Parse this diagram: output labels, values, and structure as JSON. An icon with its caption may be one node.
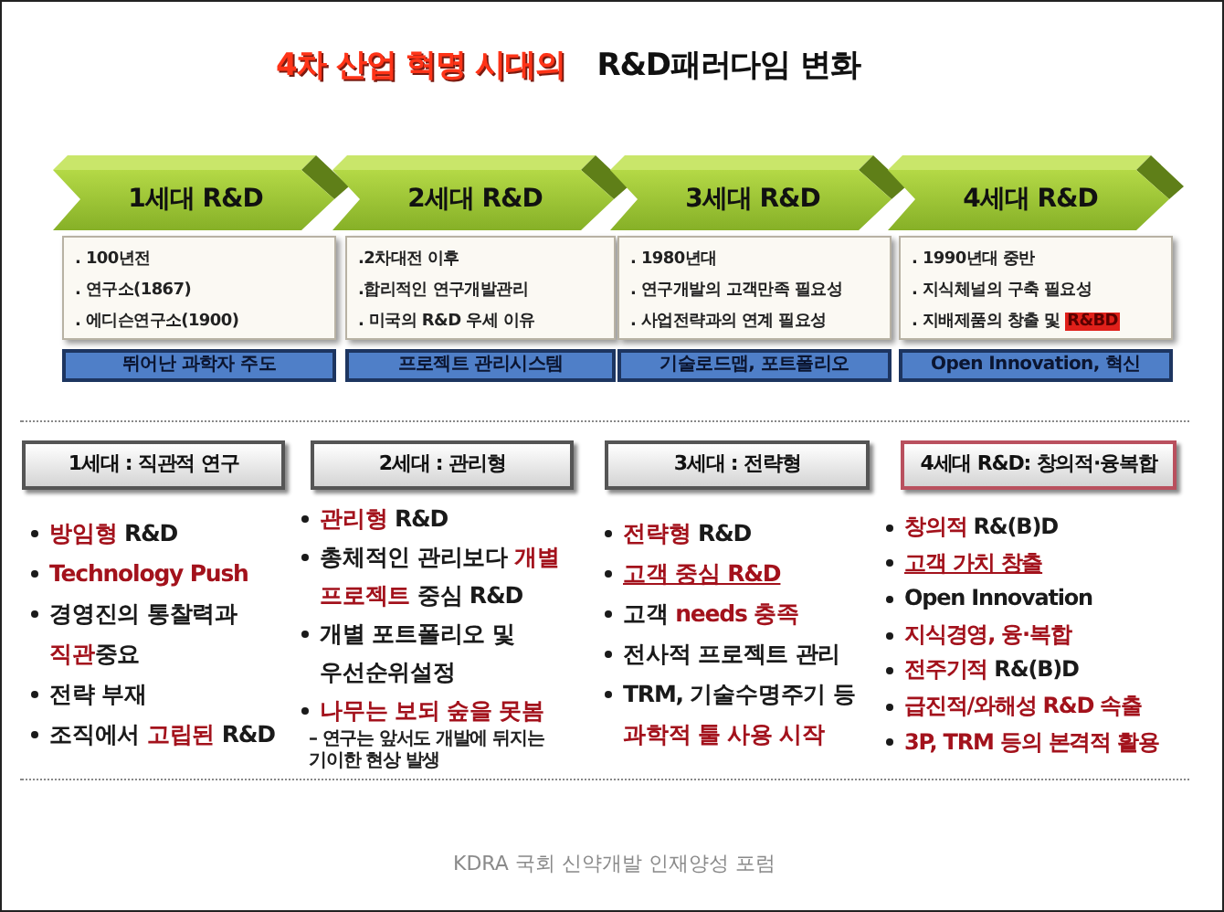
{
  "diagram": {
    "title": "**4차 산업 혁명 시대의** R&D패러다임 변화",
    "caption": "KDRA 국회 신약개발 인재양성 포럼",
    "nodes": [
      {
        "text": [
          "1세대 R&D"
        ]
      },
      {
        "text": [
          "2세대 R&D"
        ]
      },
      {
        "text": [
          "3세대 R&D"
        ]
      },
      {
        "text": [
          "4세대 R&D"
        ]
      },
      {
        "text": [
          ". 100년전",
          ". 연구소(1867)",
          ". 에디슨연구소(1900)"
        ]
      },
      {
        "text": [
          ".2차대전 이후",
          ".합리적인 연구개발관리",
          ". 미국의 R&D 우세 이유"
        ]
      },
      {
        "text": [
          ". 1980년대",
          ". 연구개발의 고객만족 필요성",
          ". 사업전략과의 연계 필요성"
        ]
      },
      {
        "text": [
          ". 1990년대 중반",
          ". 지식체널의 구축 필요성",
          ". 지배제품의 창출 및 **R&BD**"
        ]
      },
      {
        "text": [
          "뛰어난 과학자 주도"
        ]
      },
      {
        "text": [
          "프로젝트 관리시스템"
        ]
      },
      {
        "text": [
          "기술로드맵, 포트폴리오"
        ]
      },
      {
        "text": [
          "Open Innovation, 혁신"
        ]
      },
      {
        "text": [
          "1세대 : 직관적 연구"
        ],
        "beside": [
          "**방임형** R&D",
          "Technology Push",
          "경영진의 통찰력과 **직관**중요",
          "전략 부재",
          "조직에서 **고립된** R&D"
        ]
      },
      {
        "text": [
          "2세대 : 관리형"
        ],
        "beside": [
          "**관리형** R&D",
          "총체적인 관리보다 **개별 프로젝트** 중심 R&D",
          "개별 포트폴리오 및 우선순위설정",
          "나무는 보되 숲을 못봄",
          "– 연구는 앞서도 개발에 뒤지는 기이한 현상 발생"
        ]
      },
      {
        "text": [
          "3세대 : 전략형"
        ],
        "beside": [
          "**전략형** R&D",
          "고객 중심 R&D",
          "고객 **needs 충족**",
          "전사적 프로젝트 관리",
          "TRM, 기술수명주기 등 **과학적 툴 사용 시작**"
        ]
      },
      {
        "text": [
          "4세대 R&D: 창의적·융복합"
        ],
        "beside": [
          "**창의적** R&(B)D",
          "고객 가치 창출",
          "Open Innovation",
          "지식경영, 융·복합",
          "**전주기적** R&(B)D",
          "급진적/와해성 R&D 속출",
          "3P, TRM 등의 본격적 활용"
        ]
      }
    ]
  }
}
